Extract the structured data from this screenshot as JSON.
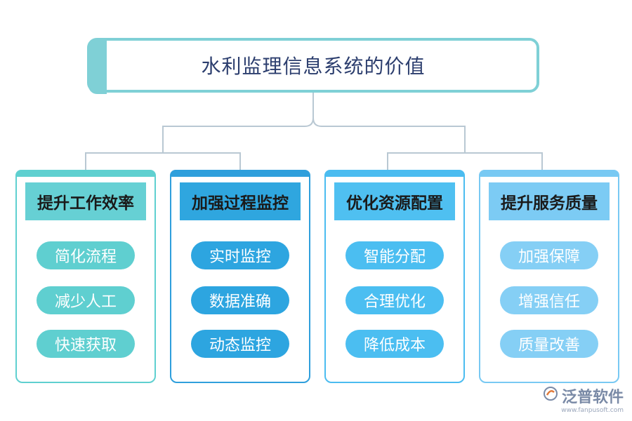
{
  "title": "水利监理信息系统的价值",
  "colors": {
    "line": "#b9c8d3",
    "title_border": "#7fd0d6"
  },
  "branches": [
    {
      "heading": "提升工作效率",
      "items": [
        "简化流程",
        "减少人工",
        "快速获取"
      ],
      "colors": {
        "border": "#5fd0d0",
        "band": "#5fd0d0",
        "header_bg": "#66d0d4",
        "item_bg": "#5fcfd0"
      }
    },
    {
      "heading": "加强过程监控",
      "items": [
        "实时监控",
        "数据准确",
        "动态监控"
      ],
      "colors": {
        "border": "#2f9fdc",
        "band": "#2f9fdc",
        "header_bg": "#2fa6df",
        "item_bg": "#2da5e0"
      }
    },
    {
      "heading": "优化资源配置",
      "items": [
        "智能分配",
        "合理优化",
        "降低成本"
      ],
      "colors": {
        "border": "#4bbcf0",
        "band": "#4bbcf0",
        "header_bg": "#4fc0f1",
        "item_bg": "#4bbef1"
      }
    },
    {
      "heading": "提升服务质量",
      "items": [
        "加强保障",
        "增强信任",
        "质量改善"
      ],
      "colors": {
        "border": "#78c9f3",
        "band": "#78c9f3",
        "header_bg": "#7ccbf4",
        "item_bg": "#85cff5"
      }
    }
  ],
  "watermark": {
    "name": "泛普软件",
    "url": "www.fanpusoft.com"
  }
}
